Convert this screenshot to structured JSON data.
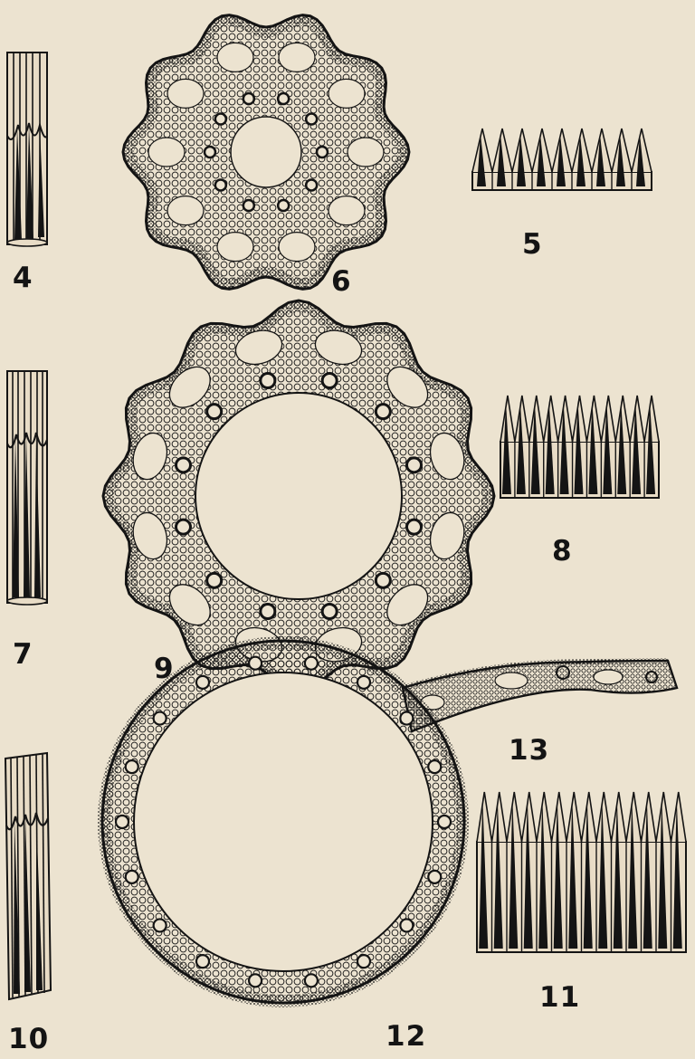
{
  "plate": {
    "background": "#ece3d0",
    "ink": "#141414",
    "figures": [
      {
        "id": "4",
        "type": "stem-segment-side-view"
      },
      {
        "id": "5",
        "type": "sheath-teeth-row"
      },
      {
        "id": "6",
        "type": "stem-cross-section"
      },
      {
        "id": "7",
        "type": "stem-segment-side-view"
      },
      {
        "id": "8",
        "type": "sheath-teeth-row"
      },
      {
        "id": "9",
        "type": "stem-cross-section"
      },
      {
        "id": "10",
        "type": "stem-segment-side-view"
      },
      {
        "id": "11",
        "type": "sheath-teeth-row"
      },
      {
        "id": "12",
        "type": "stem-cross-section"
      },
      {
        "id": "13",
        "type": "partial-cross-section-fragment"
      }
    ]
  },
  "labels": {
    "fig4": "4",
    "fig5": "5",
    "fig6": "6",
    "fig7": "7",
    "fig8": "8",
    "fig9": "9",
    "fig10": "10",
    "fig11": "11",
    "fig12": "12",
    "fig13": "13"
  },
  "drawing": {
    "teeth_counts": {
      "fig5": 9,
      "fig8": 11,
      "fig11": 14
    },
    "lobe_counts": {
      "fig6": 10,
      "fig9": 12
    },
    "cavity_counts": {
      "fig6": 10,
      "fig9": 12
    },
    "bundle_counts": {
      "fig6": 10,
      "fig9": 12,
      "fig12": 18
    }
  }
}
